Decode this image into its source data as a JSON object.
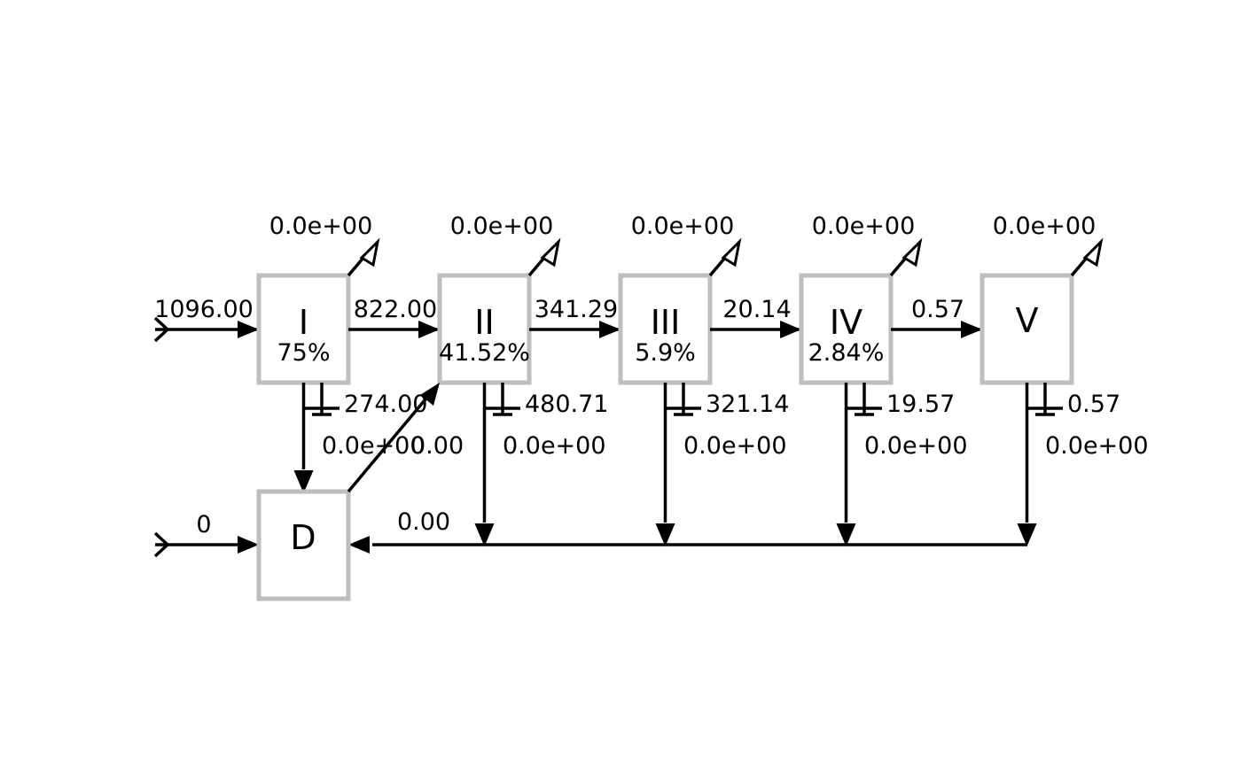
{
  "boxes": [
    {
      "name": "I",
      "pct": "75%",
      "in_label": "1096.00",
      "out_label": "0.0e+00",
      "loss": "274.00",
      "to_d": "0.0e+00"
    },
    {
      "name": "II",
      "pct": "41.52%",
      "in_label": "822.00",
      "out_label": "0.0e+00",
      "loss": "480.71",
      "to_d": "0.0e+00"
    },
    {
      "name": "III",
      "pct": "5.9%",
      "in_label": "341.29",
      "out_label": "0.0e+00",
      "loss": "321.14",
      "to_d": "0.0e+00"
    },
    {
      "name": "IV",
      "pct": "2.84%",
      "in_label": "20.14",
      "out_label": "0.0e+00",
      "loss": "19.57",
      "to_d": "0.0e+00"
    },
    {
      "name": "V",
      "pct": "",
      "in_label": "0.57",
      "out_label": "0.0e+00",
      "loss": "0.57",
      "to_d": "0.0e+00"
    }
  ],
  "d_box": {
    "name": "D",
    "in_label": "0",
    "return_label": "0.00",
    "to_ii_label": "0.00"
  },
  "colors": {
    "box_border": "#bebebe",
    "line": "#000000"
  }
}
